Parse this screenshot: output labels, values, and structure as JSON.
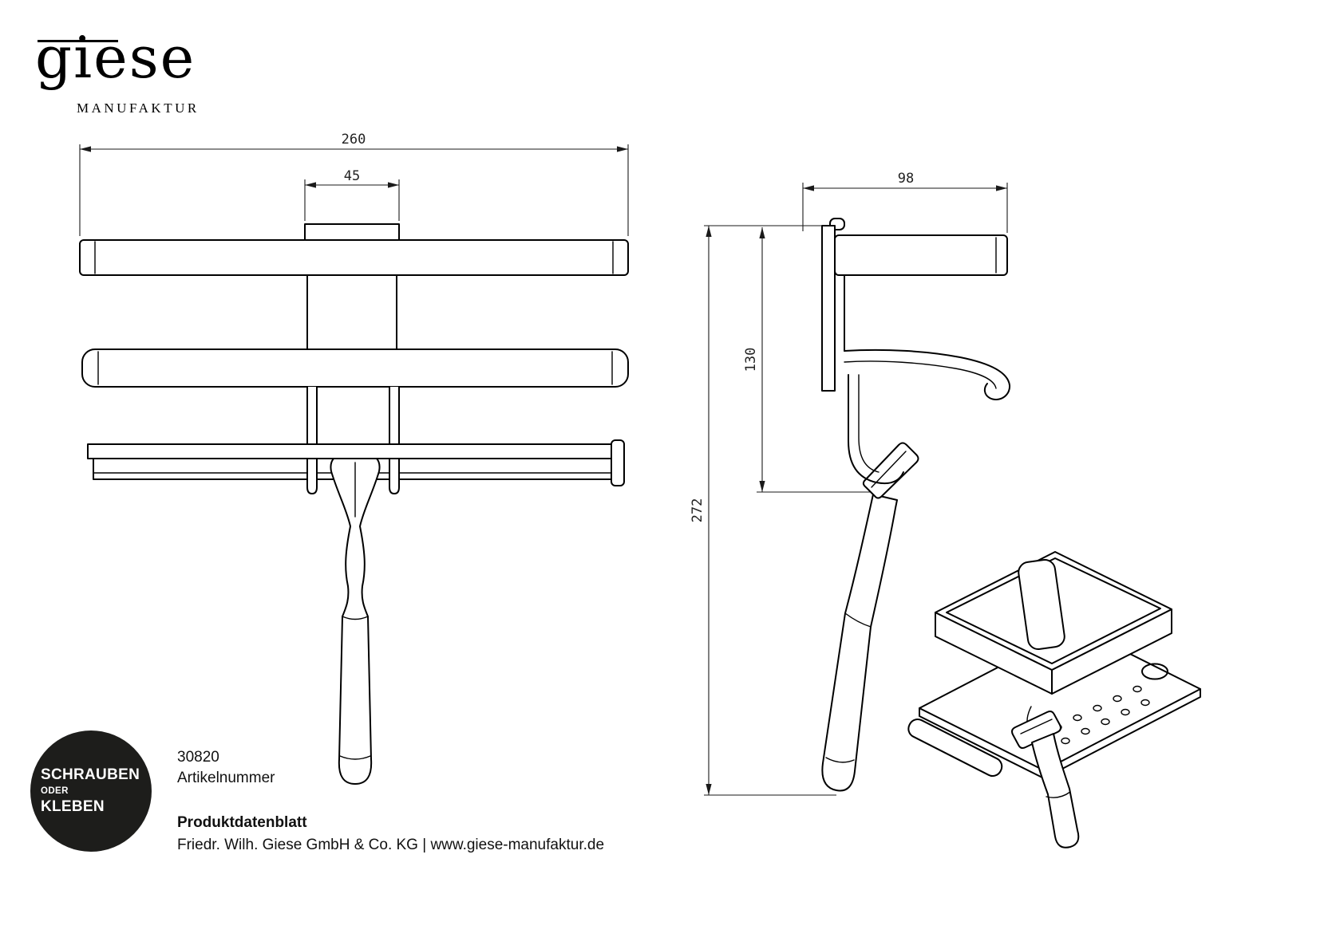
{
  "logo": {
    "wordmark": "giese",
    "subtitle": "MANUFAKTUR"
  },
  "dimensions": {
    "front_total_width": "260",
    "front_plate_width": "45",
    "side_depth": "98",
    "side_hook_drop": "130",
    "side_total_height": "272"
  },
  "badge": {
    "lines": [
      "SCHRAUBEN",
      "ODER",
      "KLEBEN"
    ],
    "background_color": "#1d1d1b",
    "text_color": "#ffffff"
  },
  "footer": {
    "article_number": "30820",
    "article_number_label": "Artikelnummer",
    "document_title": "Produktdatenblatt",
    "company_line": "Friedr. Wilh. Giese GmbH & Co. KG | www.giese-manufaktur.de"
  },
  "drawing": {
    "line_color": "#000000",
    "views": [
      "front-view",
      "side-view",
      "isometric-view"
    ]
  }
}
